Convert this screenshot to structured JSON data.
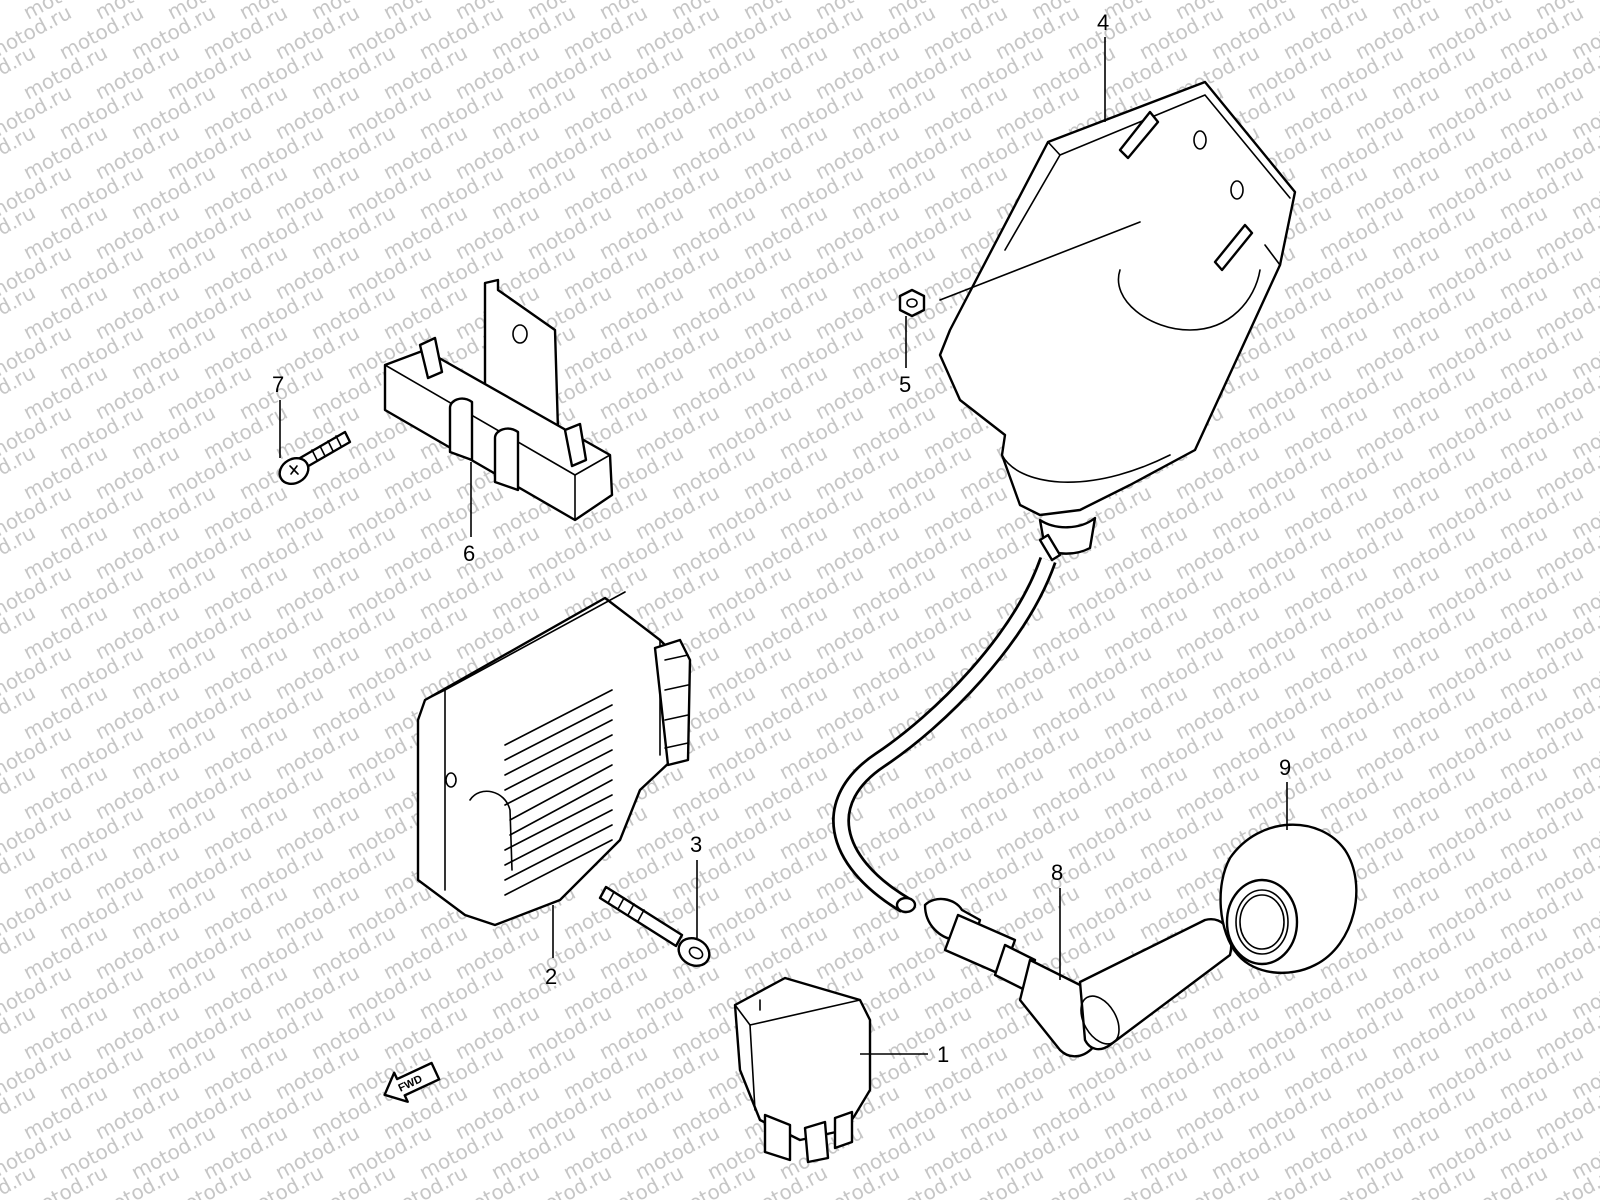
{
  "watermark": {
    "text": "motod.ru",
    "color": "#c6c6c6"
  },
  "callouts": [
    {
      "id": "1",
      "label": "1"
    },
    {
      "id": "2",
      "label": "2"
    },
    {
      "id": "3",
      "label": "3"
    },
    {
      "id": "4",
      "label": "4"
    },
    {
      "id": "5",
      "label": "5"
    },
    {
      "id": "6",
      "label": "6"
    },
    {
      "id": "7",
      "label": "7"
    },
    {
      "id": "8",
      "label": "8"
    },
    {
      "id": "9",
      "label": "9"
    }
  ],
  "direction_marker": {
    "label": "FWD",
    "icon": "fwd-arrow-icon"
  }
}
